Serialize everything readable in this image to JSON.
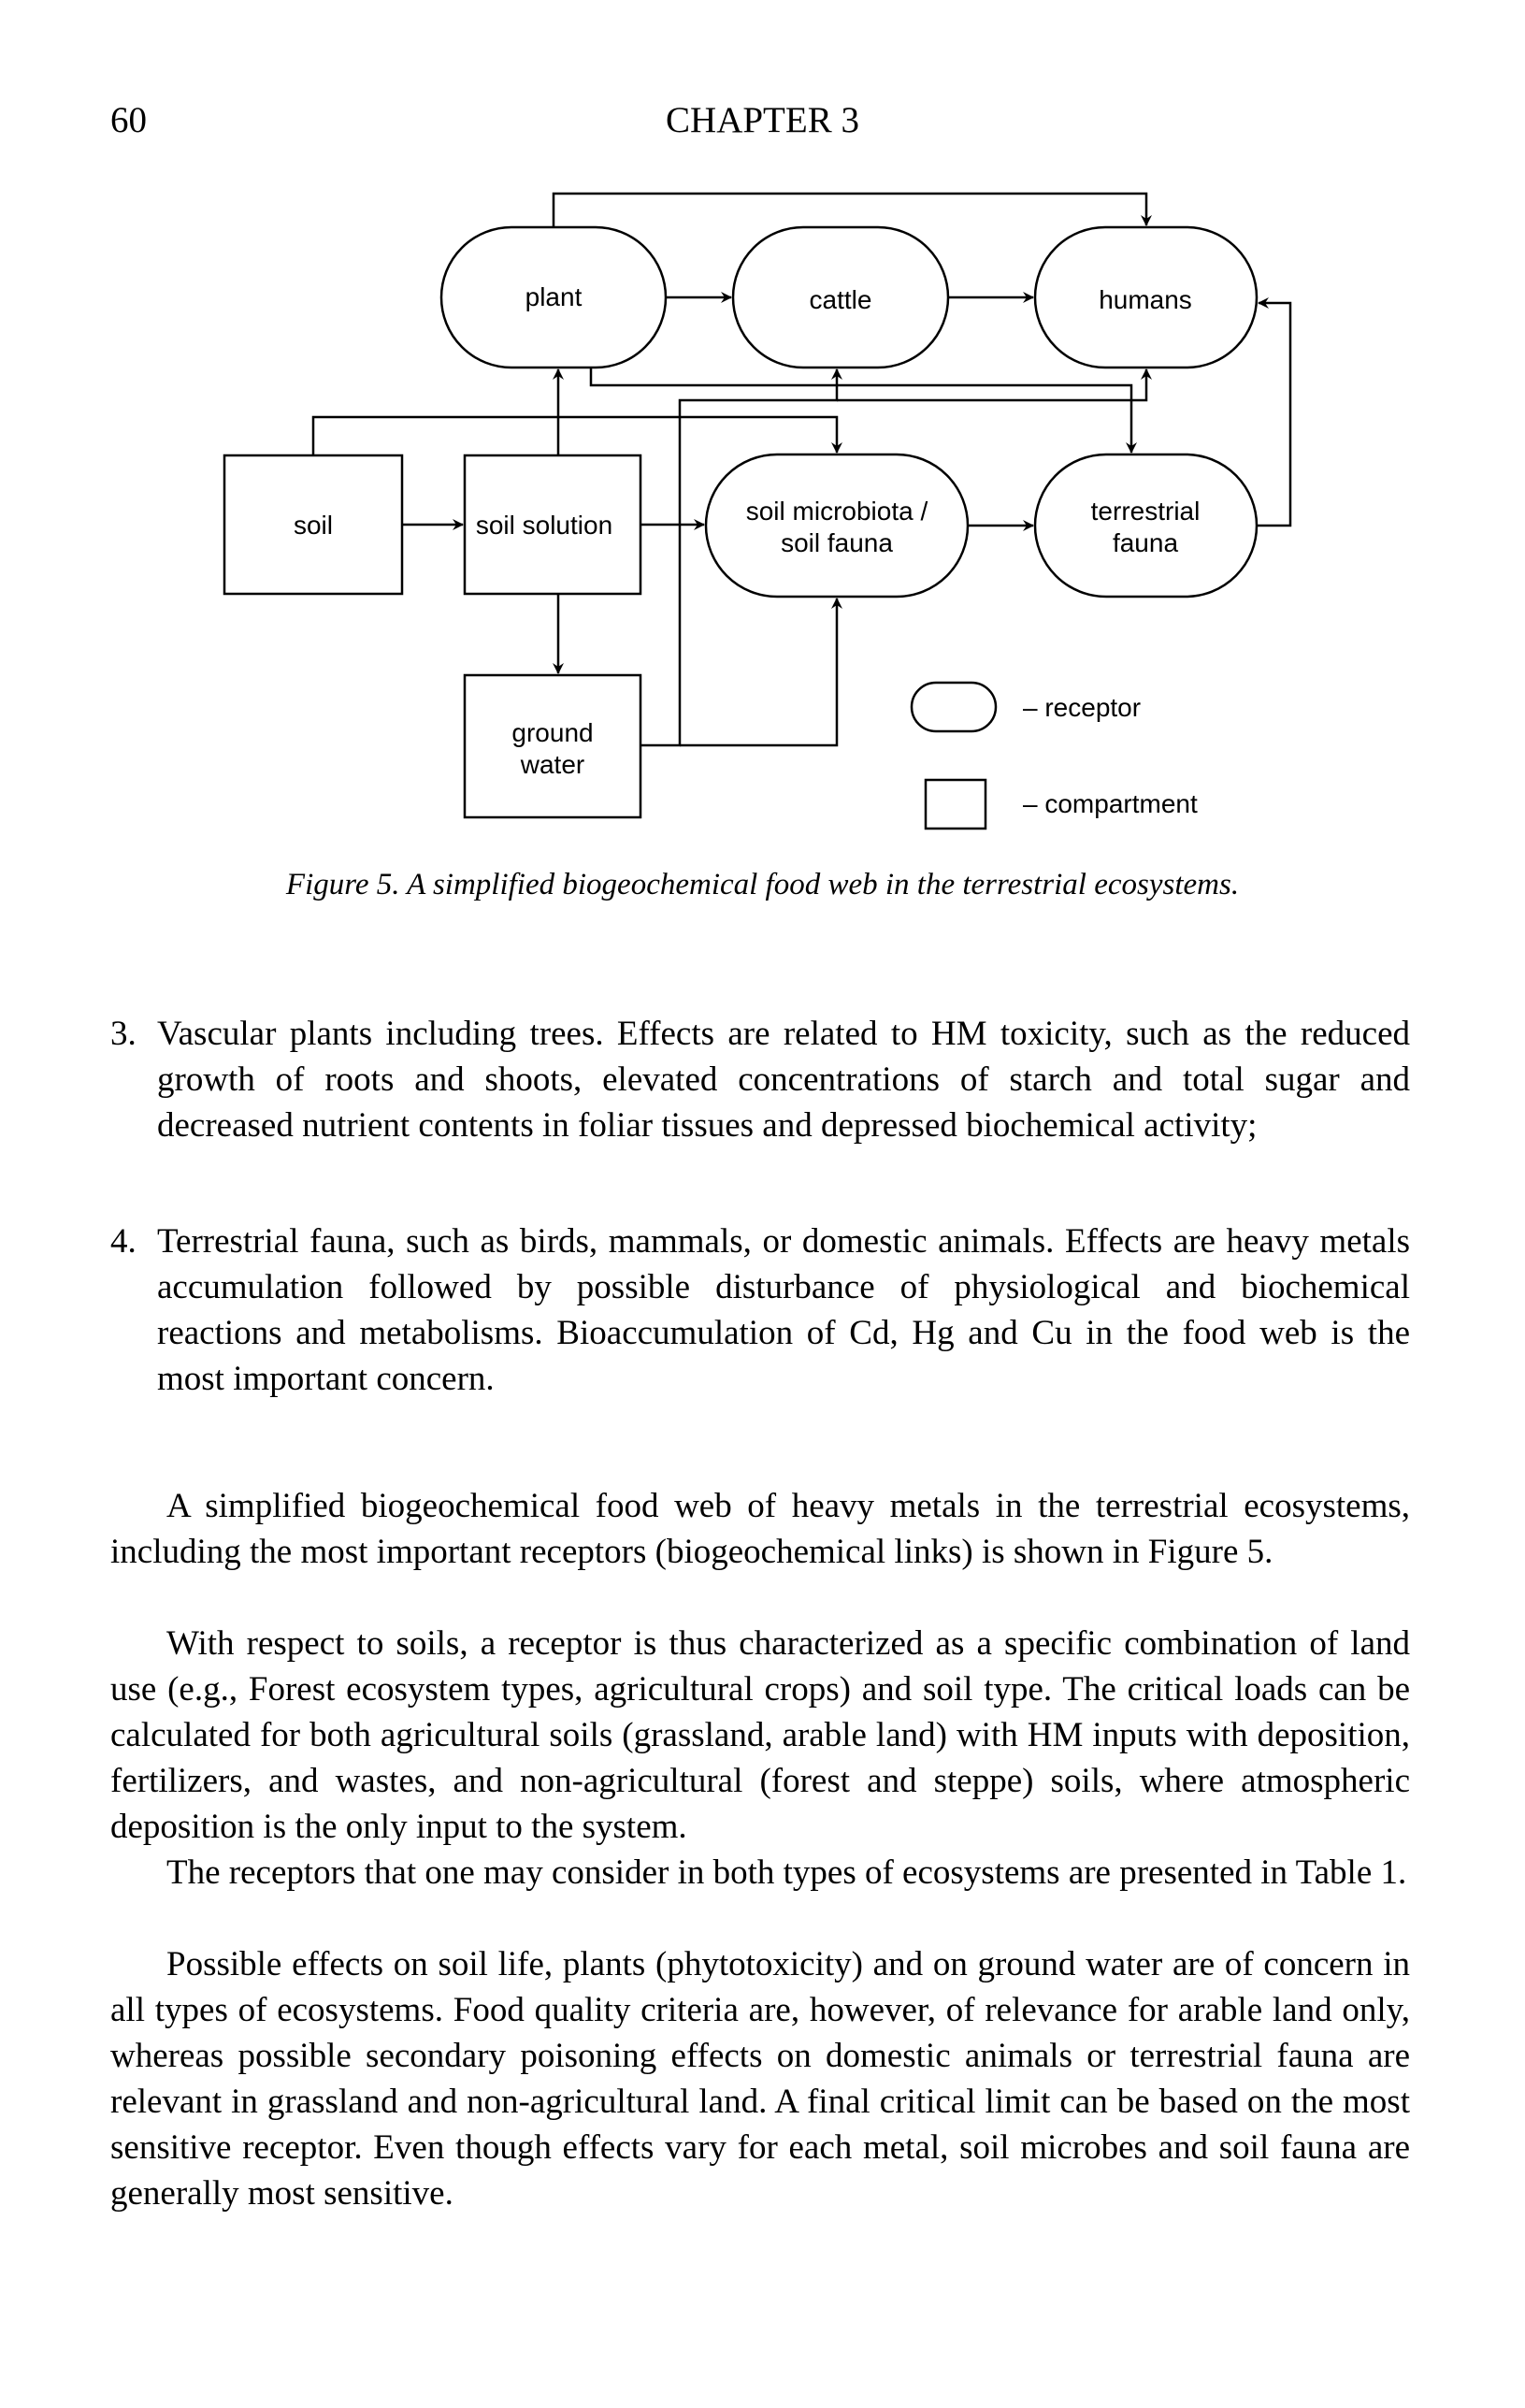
{
  "page": {
    "number": "60",
    "running_head": "CHAPTER 3"
  },
  "figure": {
    "nodes": {
      "plant": "plant",
      "cattle": "cattle",
      "humans": "humans",
      "soil": "soil",
      "soil_solution": "soil solution",
      "soil_microbiota_line1": "soil microbiota /",
      "soil_microbiota_line2": "soil fauna",
      "terrestrial_fauna_line1": "terrestrial",
      "terrestrial_fauna_line2": "fauna",
      "ground_water_line1": "ground",
      "ground_water_line2": "water"
    },
    "legend": {
      "receptor": "– receptor",
      "compartment": "– compartment"
    },
    "caption": "Figure 5. A simplified biogeochemical food web in the terrestrial ecosystems."
  },
  "list_items": [
    {
      "number": "3.",
      "text": "Vascular plants including trees. Effects are related to HM toxicity, such as the reduced growth of roots and shoots, elevated concentrations of starch and total sugar and decreased nutrient contents in foliar tissues and depressed biochemical activity;"
    },
    {
      "number": "4.",
      "text": "Terrestrial fauna, such as birds, mammals, or domestic animals. Effects are heavy metals accumulation followed by possible disturbance of physiological and biochemical reactions and metabolisms. Bioaccumulation of Cd, Hg and Cu in the food web is the most important concern."
    }
  ],
  "paragraphs": [
    "A simplified biogeochemical food web of heavy metals in the terrestrial ecosystems, including the most important receptors (biogeochemical links) is shown in Figure 5.",
    "With respect to soils, a receptor is thus characterized as a specific combination of land use (e.g., Forest ecosystem types, agricultural crops) and soil type. The critical loads can be calculated for both agricultural soils (grassland, arable land) with HM inputs with deposition, fertilizers, and wastes, and non-agricultural (forest and steppe) soils, where atmospheric deposition is the only input to the system.",
    "The receptors that one may consider in both types of ecosystems are presented in Table 1.",
    "Possible effects on soil life, plants (phytotoxicity) and on ground water are of concern in all types of ecosystems. Food quality criteria are, however, of relevance for arable land only, whereas possible secondary poisoning effects on domestic animals or terrestrial fauna are relevant in grassland and non-agricultural land. A final critical limit can be based on the most sensitive receptor. Even though effects vary for each metal, soil microbes and soil fauna are generally most sensitive."
  ]
}
